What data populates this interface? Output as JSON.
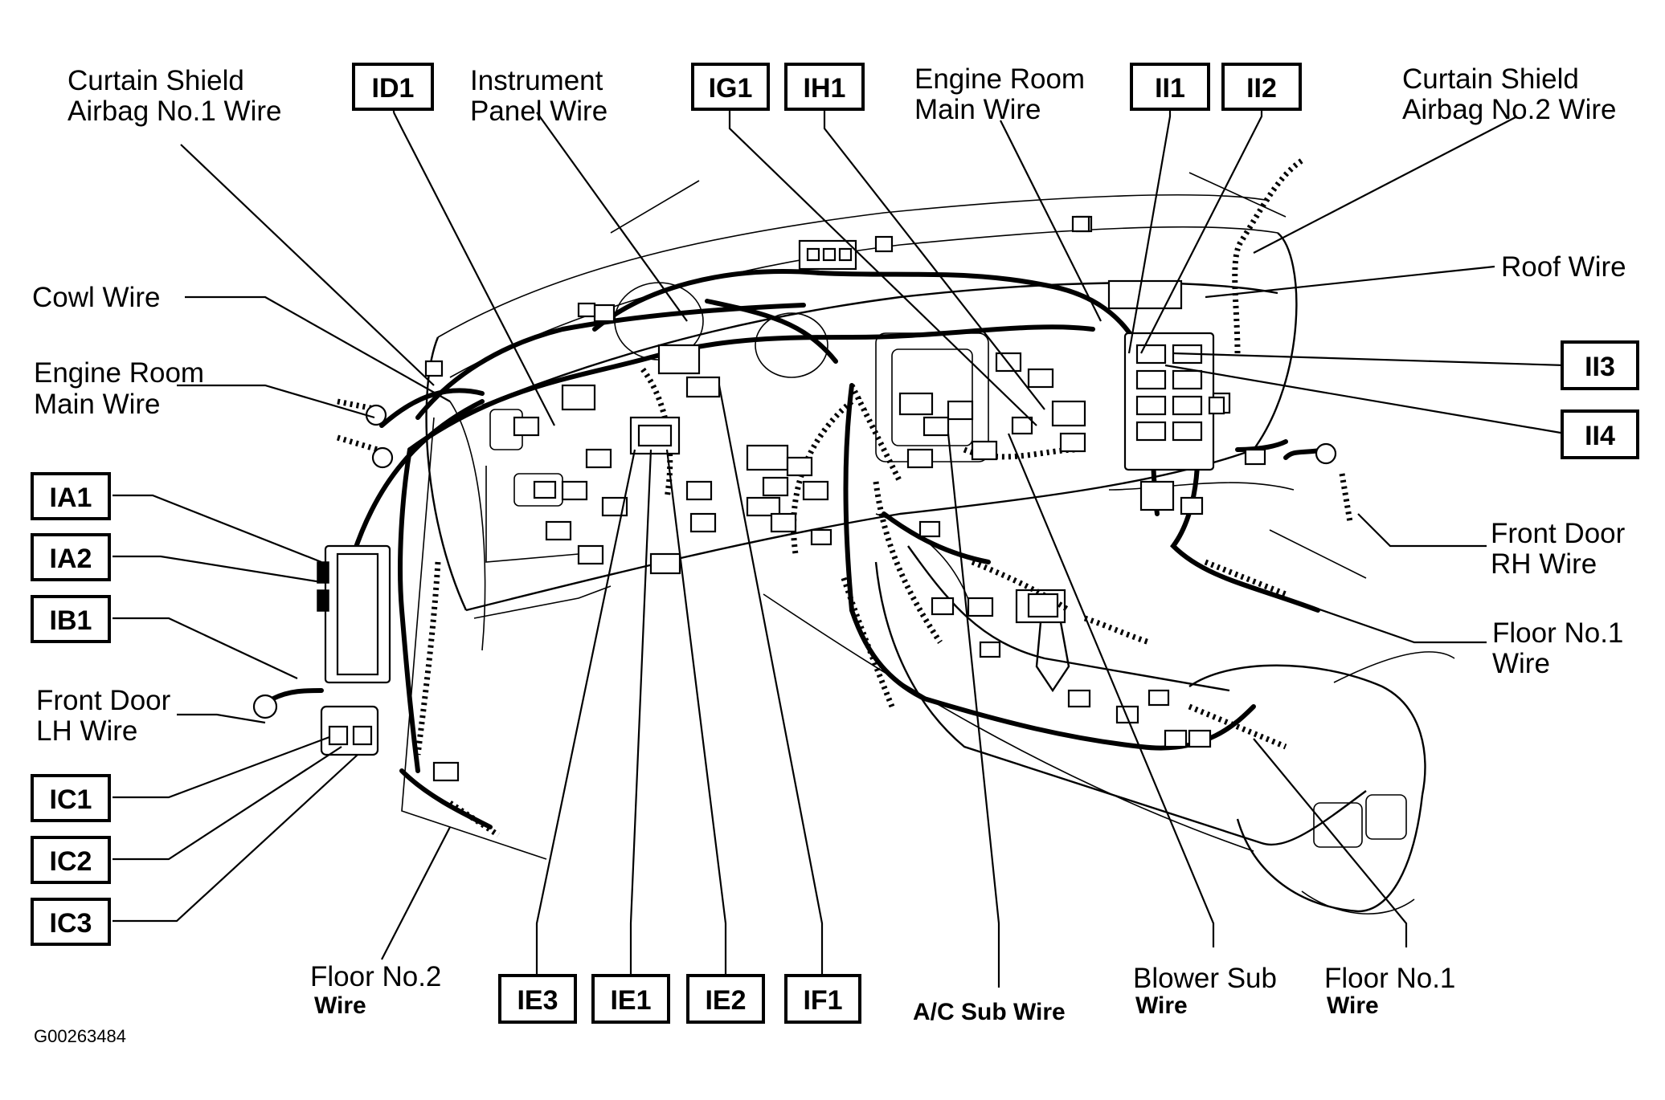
{
  "figure_id": "G00263484",
  "wire_labels": {
    "curtain_shield_no1": [
      "Curtain Shield",
      "Airbag No.1 Wire"
    ],
    "instrument_panel": [
      "Instrument",
      "Panel Wire"
    ],
    "engine_room_main_top": [
      "Engine Room",
      "Main Wire"
    ],
    "curtain_shield_no2": [
      "Curtain Shield",
      "Airbag No.2 Wire"
    ],
    "roof": "Roof Wire",
    "cowl": "Cowl Wire",
    "engine_room_main_left": [
      "Engine Room",
      "Main Wire"
    ],
    "front_door_rh": [
      "Front Door",
      "RH Wire"
    ],
    "floor_no1_right": [
      "Floor No.1",
      "Wire"
    ],
    "front_door_lh": [
      "Front Door",
      "LH Wire"
    ],
    "floor_no2": [
      "Floor No.2",
      "Wire"
    ],
    "ac_sub": "A/C Sub Wire",
    "blower_sub": [
      "Blower Sub",
      "Wire"
    ],
    "floor_no1_bottom": [
      "Floor No.1",
      "Wire"
    ]
  },
  "connector_codes": {
    "id1": "ID1",
    "ig1": "IG1",
    "ih1": "IH1",
    "ii1": "II1",
    "ii2": "II2",
    "ii3": "II3",
    "ii4": "II4",
    "ia1": "IA1",
    "ia2": "IA2",
    "ib1": "IB1",
    "ic1": "IC1",
    "ic2": "IC2",
    "ic3": "IC3",
    "ie3": "IE3",
    "ie1": "IE1",
    "ie2": "IE2",
    "if1": "IF1"
  }
}
